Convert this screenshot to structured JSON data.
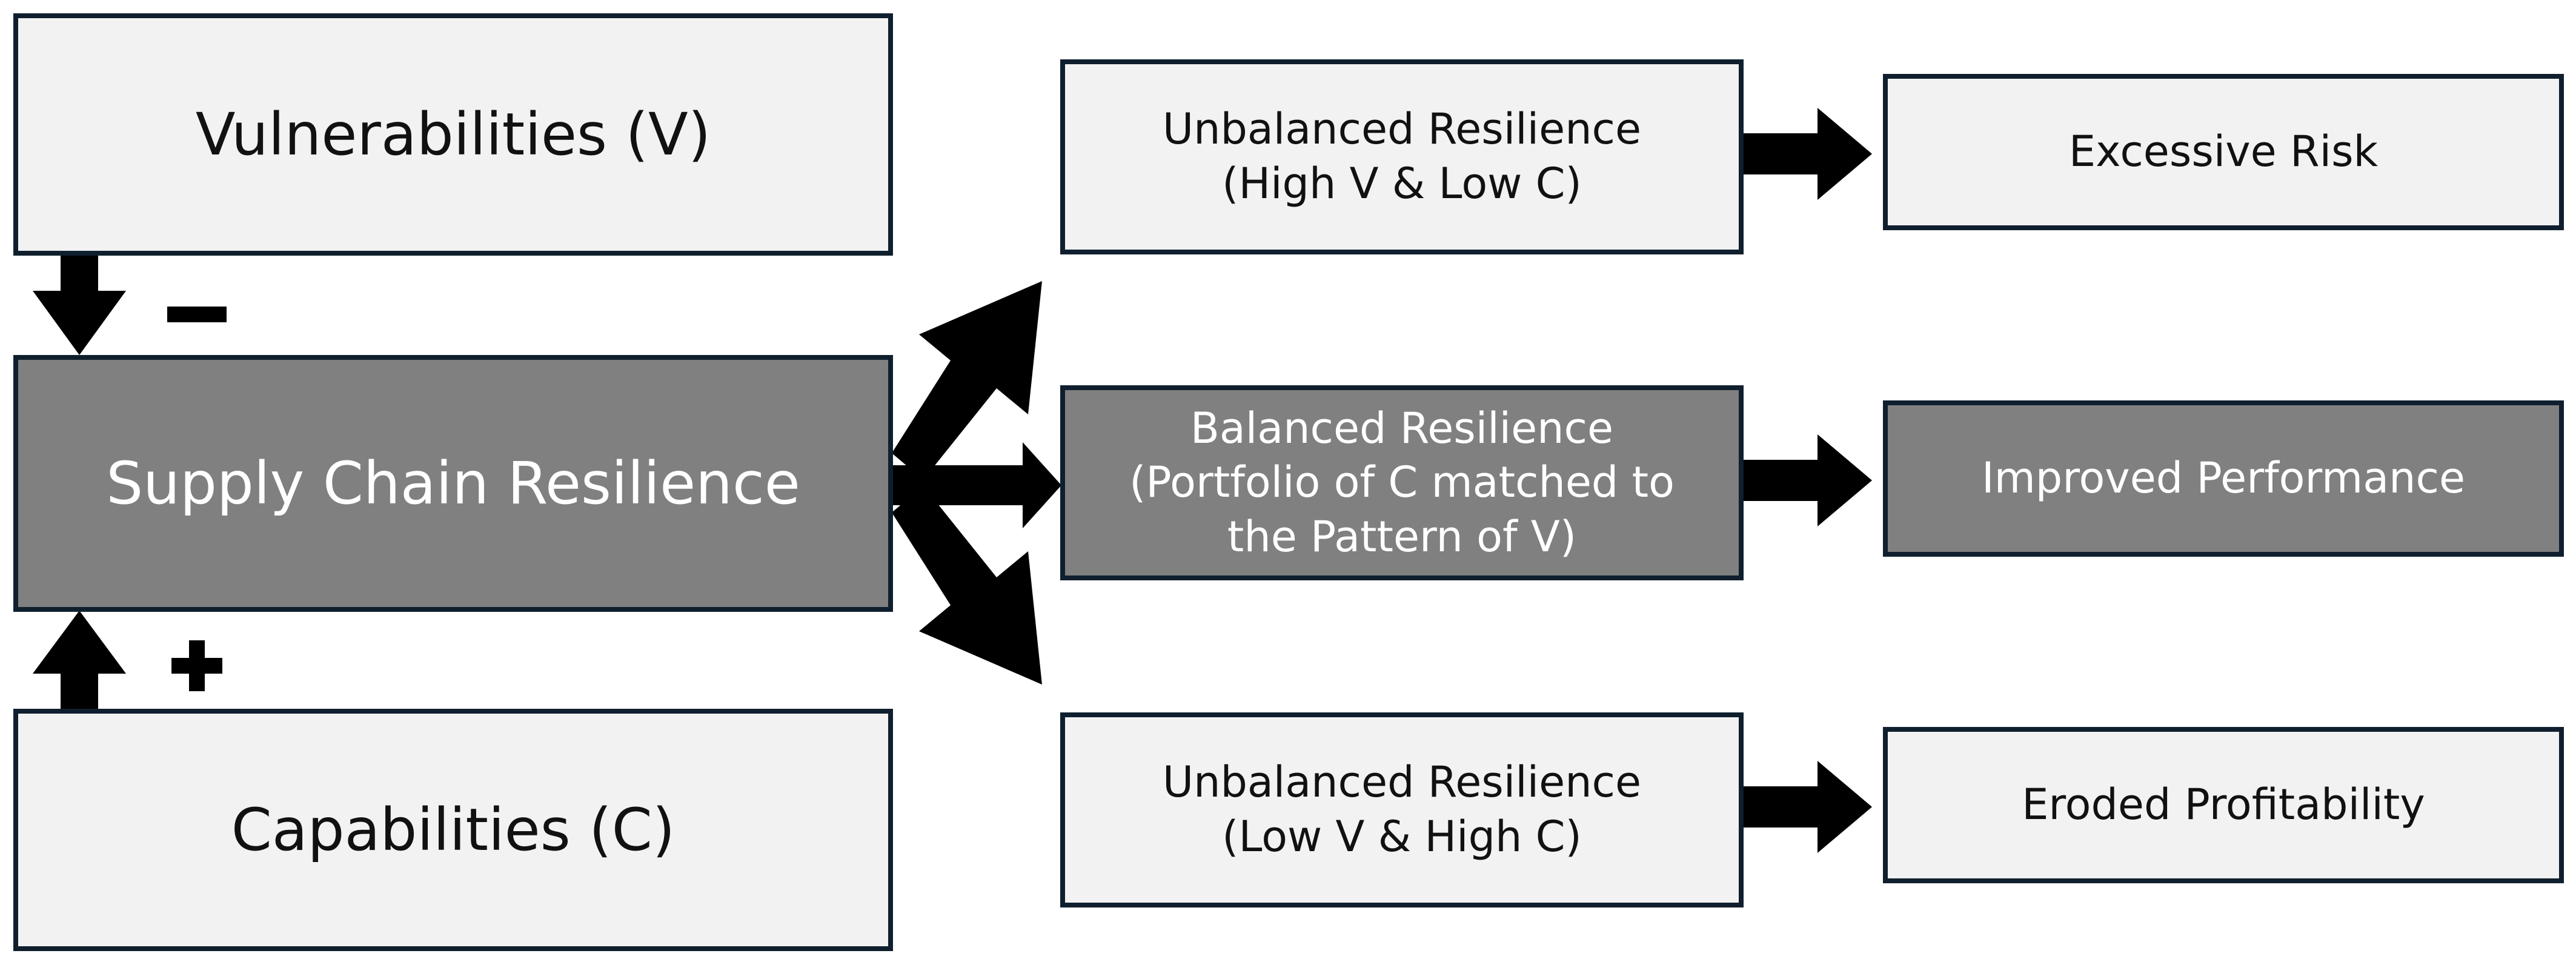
{
  "vulnerabilities": {
    "label": "Vulnerabilities (V)"
  },
  "resilience": {
    "label": "Supply Chain Resilience"
  },
  "capabilities": {
    "label": "Capabilities (C)"
  },
  "signs": {
    "minus": "−",
    "plus": "+"
  },
  "unbalanced_high_v": {
    "line1": "Unbalanced Resilience",
    "line2": "(High V & Low C)"
  },
  "balanced": {
    "line1": "Balanced Resilience",
    "line2": "(Portfolio of C matched to",
    "line3": "the Pattern of V)"
  },
  "unbalanced_low_v": {
    "line1": "Unbalanced Resilience",
    "line2": "(Low V & High C)"
  },
  "outcomes": {
    "excessive_risk": "Excessive Risk",
    "improved_performance": "Improved Performance",
    "eroded_profitability": "Eroded Profitability"
  },
  "colors": {
    "border": "#0f1f2e",
    "light_fill": "#f2f2f2",
    "dark_fill": "#808080",
    "arrow": "#000000"
  }
}
